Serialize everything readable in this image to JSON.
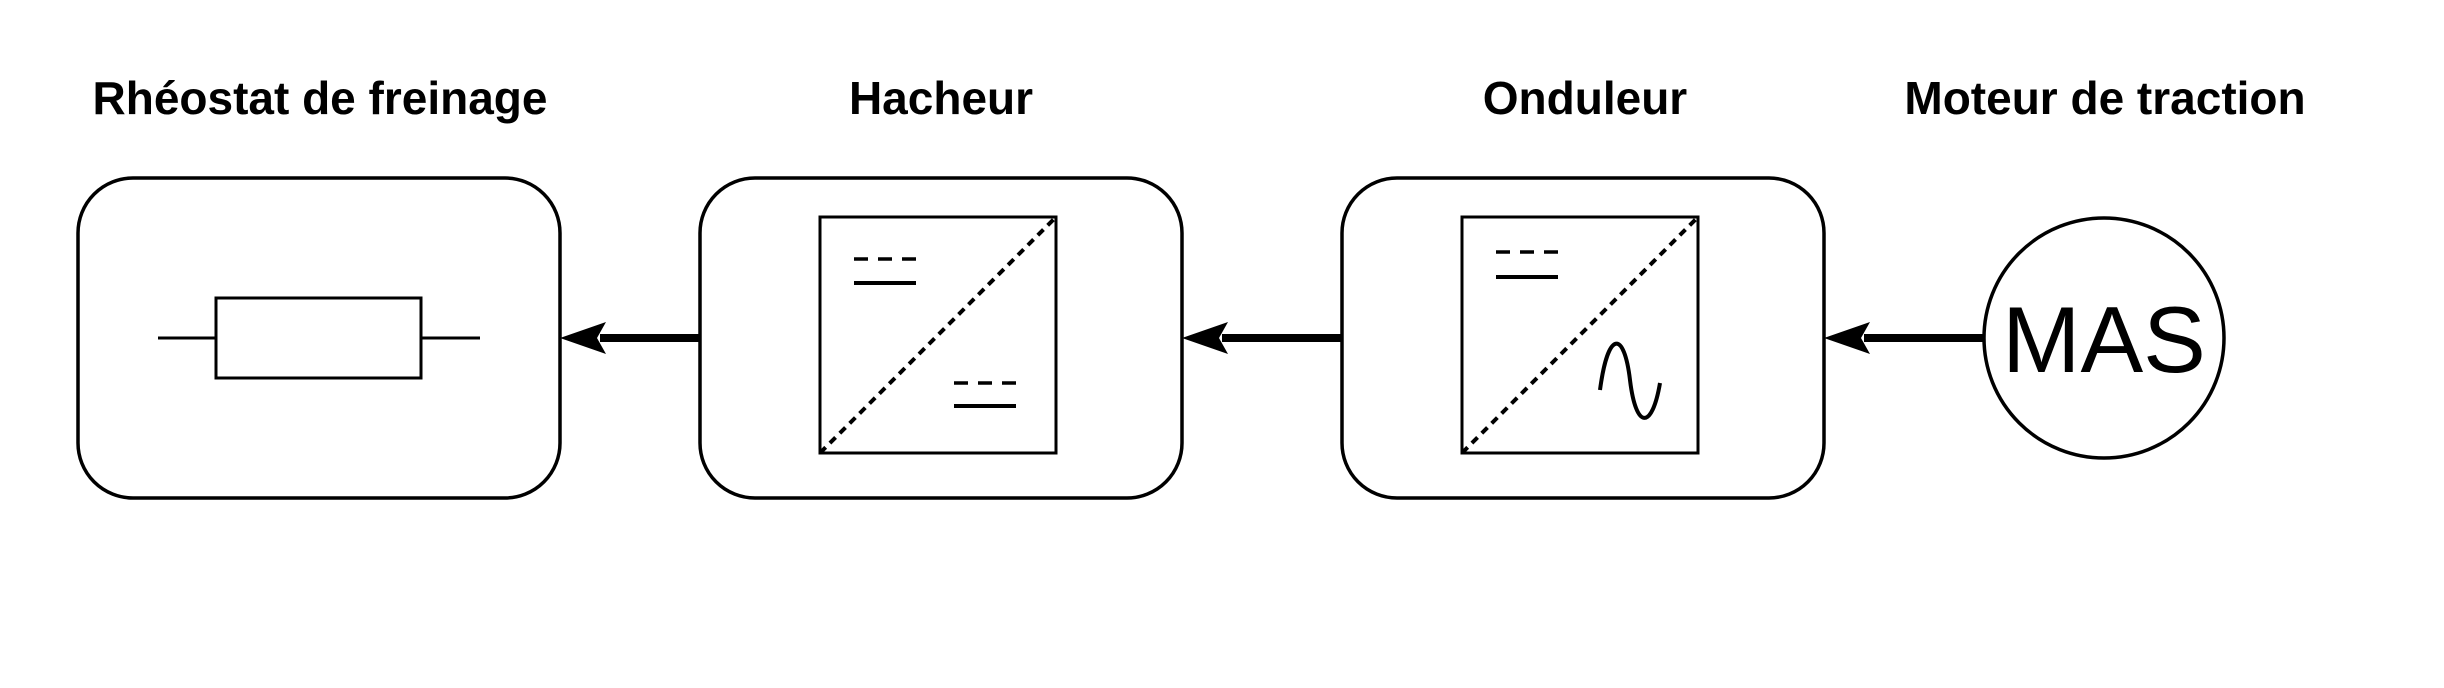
{
  "blocks": [
    {
      "id": "rheostat",
      "title": "Rhéostat de freinage",
      "symbol": "resistor-icon"
    },
    {
      "id": "hacheur",
      "title": "Hacheur",
      "symbol": "dc-dc-converter-icon"
    },
    {
      "id": "onduleur",
      "title": "Onduleur",
      "symbol": "dc-ac-inverter-icon"
    },
    {
      "id": "moteur",
      "title": "Moteur de traction",
      "symbol": "motor-icon",
      "label": "MAS"
    }
  ],
  "connections": [
    {
      "from": "moteur",
      "to": "onduleur"
    },
    {
      "from": "onduleur",
      "to": "hacheur"
    },
    {
      "from": "hacheur",
      "to": "rheostat"
    }
  ],
  "colors": {
    "stroke": "#000000",
    "background": "#ffffff"
  }
}
